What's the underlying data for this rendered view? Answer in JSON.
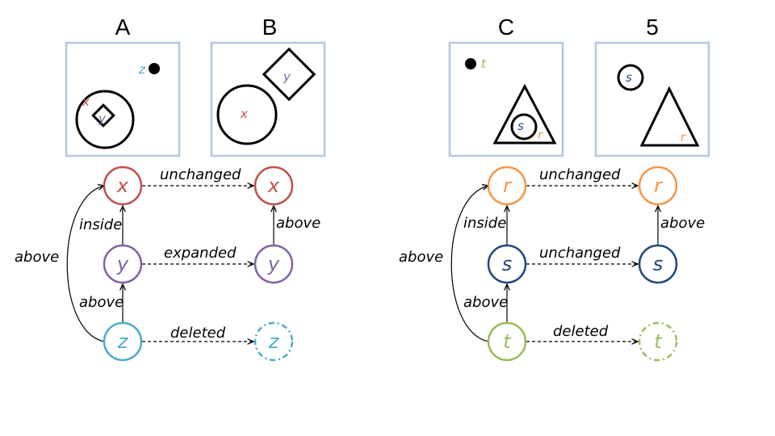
{
  "panels": [
    {
      "id": "A",
      "title": "A"
    },
    {
      "id": "B",
      "title": "B"
    },
    {
      "id": "C",
      "title": "C"
    },
    {
      "id": "D",
      "title": "5"
    }
  ],
  "colors": {
    "red": "#c0504d",
    "purple": "#8064a2",
    "teal": "#4bacc6",
    "orange": "#f79646",
    "navy": "#1f497d",
    "green": "#9bbb59",
    "panel_border": "#b4c7dc"
  },
  "left_graph": {
    "nodes": {
      "x": "x",
      "y": "y",
      "z": "z"
    },
    "edges": {
      "top": "unchanged",
      "middle": "expanded",
      "bottom": "deleted",
      "y_to_x": "inside",
      "z_to_y": "above",
      "z_to_x": "above",
      "right_y_to_x": "above"
    }
  },
  "right_graph": {
    "nodes": {
      "r": "r",
      "s": "s",
      "t": "t"
    },
    "edges": {
      "top": "unchanged",
      "middle": "unchanged",
      "bottom": "deleted",
      "s_to_r": "inside",
      "t_to_s": "above",
      "t_to_r": "above",
      "right_s_to_r": "above"
    }
  },
  "panel_labels": {
    "A": {
      "z": "z",
      "x": "x",
      "y": "y"
    },
    "B": {
      "x": "x",
      "y": "y"
    },
    "C": {
      "t": "t",
      "s": "s",
      "r": "r"
    },
    "D": {
      "s": "s",
      "r": "r"
    }
  }
}
